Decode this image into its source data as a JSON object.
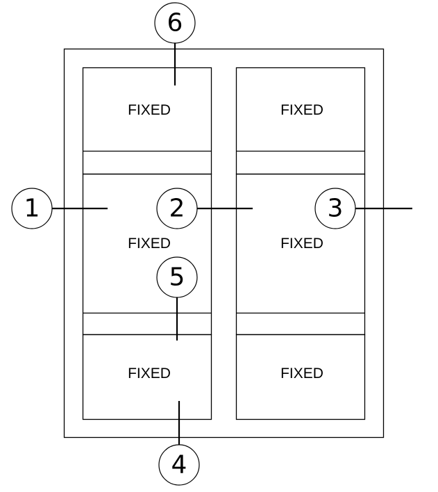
{
  "panel_label": "FIXED",
  "panels": [
    {
      "label": "FIXED"
    },
    {
      "label": "FIXED"
    },
    {
      "label": "FIXED"
    },
    {
      "label": "FIXED"
    },
    {
      "label": "FIXED"
    },
    {
      "label": "FIXED"
    }
  ],
  "callouts": [
    {
      "number": "1"
    },
    {
      "number": "2"
    },
    {
      "number": "3"
    },
    {
      "number": "4"
    },
    {
      "number": "5"
    },
    {
      "number": "6"
    }
  ]
}
